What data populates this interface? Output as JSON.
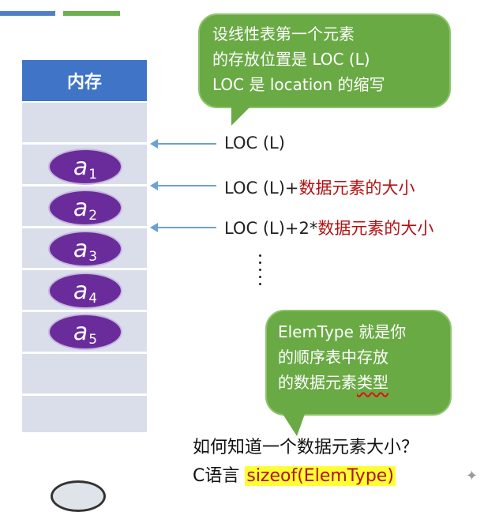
{
  "memory": {
    "header": "内存",
    "elements": [
      {
        "letter": "a",
        "index": "1"
      },
      {
        "letter": "a",
        "index": "2"
      },
      {
        "letter": "a",
        "index": "3"
      },
      {
        "letter": "a",
        "index": "4"
      },
      {
        "letter": "a",
        "index": "5"
      }
    ]
  },
  "locations": [
    {
      "text": "LOC (L)",
      "red": ""
    },
    {
      "text": "LOC (L)+",
      "red": "数据元素的大小"
    },
    {
      "text": "LOC (L)+2*",
      "red": "数据元素的大小"
    }
  ],
  "callout_top": {
    "line1": "设线性表第一个元素",
    "line2": "的存放位置是 LOC (L)",
    "line3": "LOC 是 location 的缩写"
  },
  "callout_bottom": {
    "line1": "ElemType 就是你",
    "line2": "的顺序表中存放",
    "line3_prefix": "的数据元素",
    "line3_underlined": "类型"
  },
  "question": "如何知道一个数据元素大小？",
  "clang": {
    "prefix": "C语言 ",
    "code": "sizeof(ElemType)"
  },
  "colors": {
    "memory_header": "#3f74c6",
    "memory_cell": "#d9deea",
    "element_fill": "#6a2c9b",
    "callout_green": "#6aaa45",
    "arrow_blue": "#6aa1d6",
    "emphasis_red": "#b31212",
    "highlight_yellow": "#ffff33"
  }
}
